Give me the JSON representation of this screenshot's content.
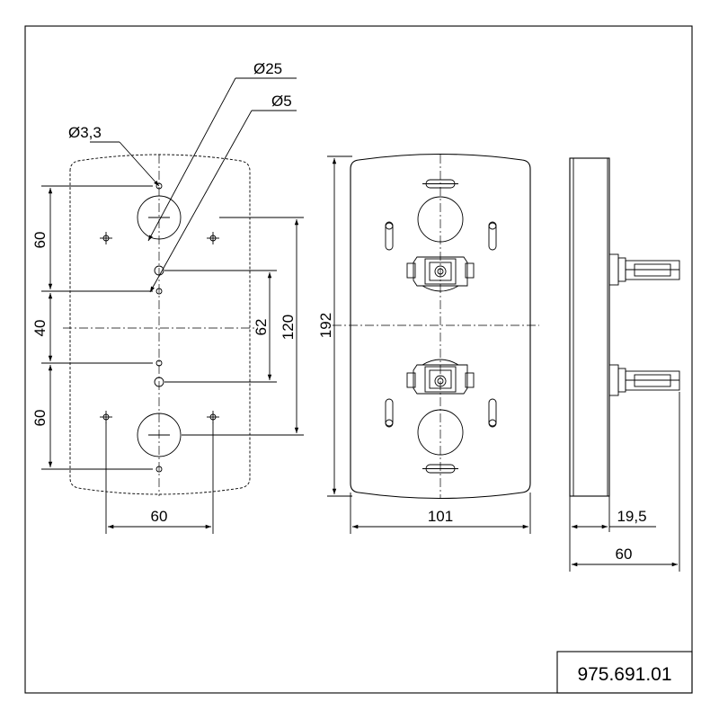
{
  "drawing": {
    "part_number": "975.691.01",
    "hole_diameters": {
      "small": "Ø3,3",
      "large": "Ø25",
      "medium": "Ø5"
    },
    "front_template_dims": {
      "vertical_top": "60",
      "vertical_mid": "40",
      "vertical_bottom": "60",
      "inner_62": "62",
      "inner_120": "120",
      "horizontal_60": "60"
    },
    "plate_dims": {
      "height": "192",
      "width": "101"
    },
    "side_dims": {
      "depth_19_5": "19,5",
      "depth_60": "60"
    }
  },
  "colors": {
    "line": "#000000",
    "background": "#ffffff"
  }
}
